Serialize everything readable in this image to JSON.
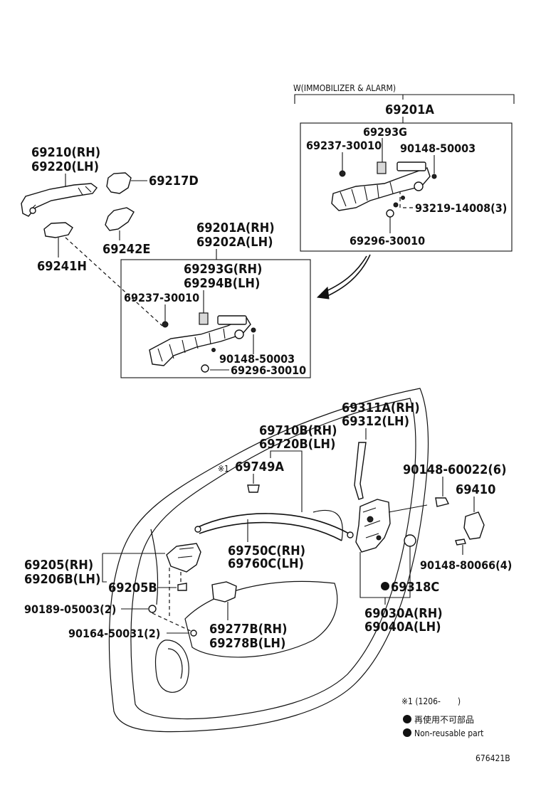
{
  "header_note": "W(IMMOBILIZER & ALARM)",
  "labels": {
    "p69201A": "69201A",
    "p69293G": "69293G",
    "p69237_a": "69237-30010",
    "p90148_a": "90148-50003",
    "p93219": "93219-14008(3)",
    "p69296_a": "69296-30010",
    "p69210": "69210(RH)",
    "p69220": "69220(LH)",
    "p69217D": "69217D",
    "p69242E": "69242E",
    "p69241H": "69241H",
    "p69201A_rh": "69201A(RH)",
    "p69202A_lh": "69202A(LH)",
    "p69293G_rh": "69293G(RH)",
    "p69294B_lh": "69294B(LH)",
    "p69237_b": "69237-30010",
    "p90148_b": "90148-50003",
    "p69296_b": "69296-30010",
    "p69311A": "69311A(RH)",
    "p69312": "69312(LH)",
    "p69710B": "69710B(RH)",
    "p69720B": "69720B(LH)",
    "ref_mark": "※1",
    "p69749A": "69749A",
    "p90148_60022": "90148-60022(6)",
    "p69410": "69410",
    "p69750C": "69750C(RH)",
    "p69760C": "69760C(LH)",
    "p90148_80066": "90148-80066(4)",
    "p69205": "69205(RH)",
    "p69206B": "69206B(LH)",
    "p69205B": "69205B",
    "p69318C": "69318C",
    "p90189": "90189-05003(2)",
    "p69030A": "69030A(RH)",
    "p69040A": "69040A(LH)",
    "p90164": "90164-50031(2)",
    "p69277B": "69277B(RH)",
    "p69278B": "69278B(LH)"
  },
  "legend": {
    "note1": "※1 (1206-　　)",
    "bullet1": "再使用不可部品",
    "bullet2": "Non-reusable part"
  },
  "diagram_id": "676421B"
}
